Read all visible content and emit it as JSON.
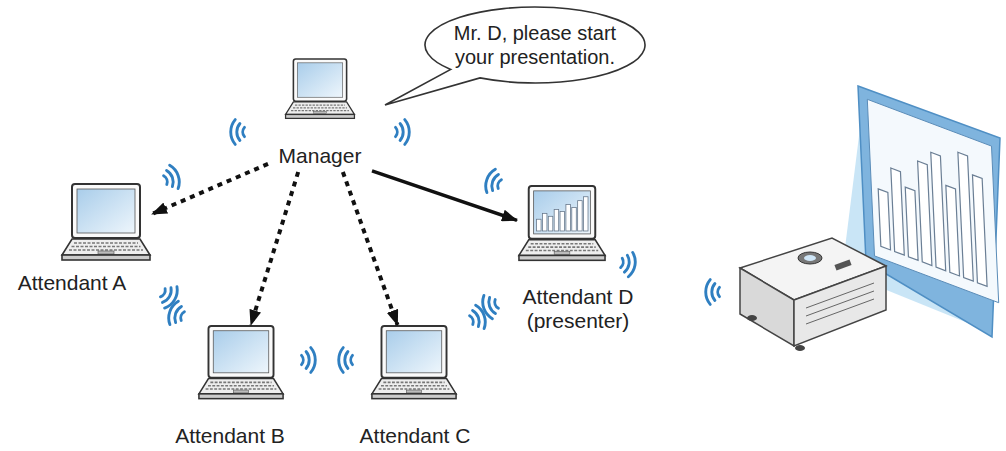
{
  "diagram": {
    "nodes": [
      {
        "text": [
          "Mr. D, please start your presentation."
        ]
      },
      {
        "text": [
          "Manager"
        ]
      },
      {
        "text": [
          "Attendant A"
        ]
      },
      {
        "text": [
          "Attendant D (presenter)"
        ]
      },
      {
        "text": [
          "Attendant B"
        ]
      },
      {
        "text": [
          "Attendant C"
        ]
      }
    ],
    "edges": [
      {
        "from": 1,
        "to": 2,
        "arrow": "to"
      },
      {
        "from": 1,
        "to": 4,
        "arrow": "to"
      },
      {
        "from": 1,
        "to": 5,
        "arrow": "to"
      },
      {
        "from": 1,
        "to": 3,
        "arrow": "to"
      }
    ]
  }
}
